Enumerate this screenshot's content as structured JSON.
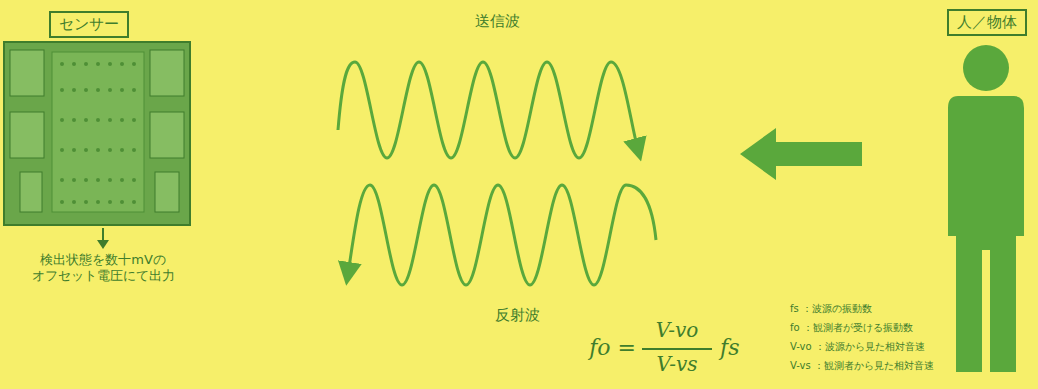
{
  "diagram": {
    "nodes": [
      {
        "text": [
          "センサー"
        ]
      },
      {
        "text": [
          "人／物体"
        ]
      }
    ],
    "labels": [
      "送信波",
      "反射波",
      "検出状態を数十mVの オフセット電圧にて出力",
      "fo =",
      "V-vo",
      "V-vs",
      "fs",
      "fs ：波源の振動数",
      "fo ：観測者が受ける振動数",
      "V-vo ：波源から見た相対音速",
      "V-vs ：観測者から見た相対音速"
    ]
  }
}
